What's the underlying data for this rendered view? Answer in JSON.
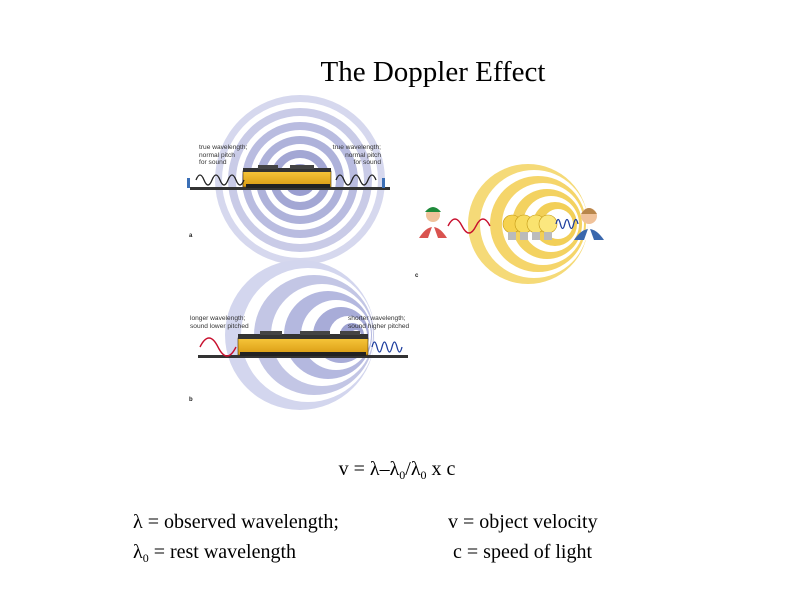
{
  "title": "The Doppler Effect",
  "panel_a": {
    "label": "a",
    "left_text": [
      "true wavelength;",
      "normal pitch",
      "for sound"
    ],
    "right_text": [
      "true wavelength;",
      "normal pitch",
      "for sound"
    ]
  },
  "panel_b": {
    "label": "b",
    "left_text": [
      "longer wavelength;",
      "sound lower pitched"
    ],
    "right_text": [
      "shorter wavelength;",
      "sound higher pitched"
    ]
  },
  "panel_c": {
    "label": "c"
  },
  "formula": {
    "v": "v",
    "eq": " = ",
    "lambda": "λ",
    "minus": "–",
    "lambda0": "λ",
    "sub0": "0",
    "slash": "/",
    "lambda0b": "λ",
    "sub0b": "0",
    "tail": " x c"
  },
  "definitions": {
    "lambda_symbol": "λ",
    "lambda_def": " = observed wavelength;",
    "lambda0_symbol": "λ",
    "lambda0_sub": "0",
    "lambda0_def": " = rest wavelength",
    "v_def": "v = object velocity",
    "c_def": "c = speed of light"
  },
  "colors": {
    "wave_red": "#c8102e",
    "wave_blue": "#1f3f9f",
    "train_yellow": "#f2b21b",
    "ring_blue": "#8a8fc6",
    "ring_yellow": "#f3d56b"
  }
}
